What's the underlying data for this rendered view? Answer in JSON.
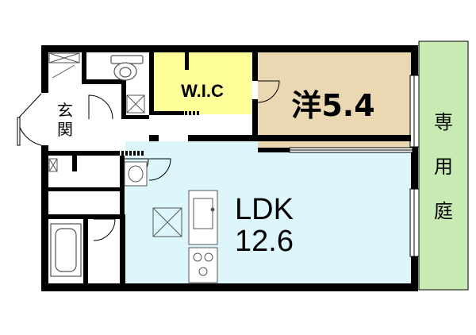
{
  "rooms": {
    "wic": {
      "label": "W.I.C",
      "fill": "#ffff99"
    },
    "western": {
      "label": "洋5.4",
      "fill": "#e9d8b2"
    },
    "ldk": {
      "label_line1": "LDK",
      "label_line2": "12.6",
      "fill": "#dcf6fb"
    },
    "entrance": {
      "label_char1": "玄",
      "label_char2": "関"
    },
    "private_garden": {
      "label_char1": "専",
      "label_char2": "用",
      "label_char3": "庭",
      "fill": "#c8ebb4"
    }
  },
  "colors": {
    "wall": "#000000",
    "background": "#ffffff",
    "fixture_stroke": "#555555"
  }
}
